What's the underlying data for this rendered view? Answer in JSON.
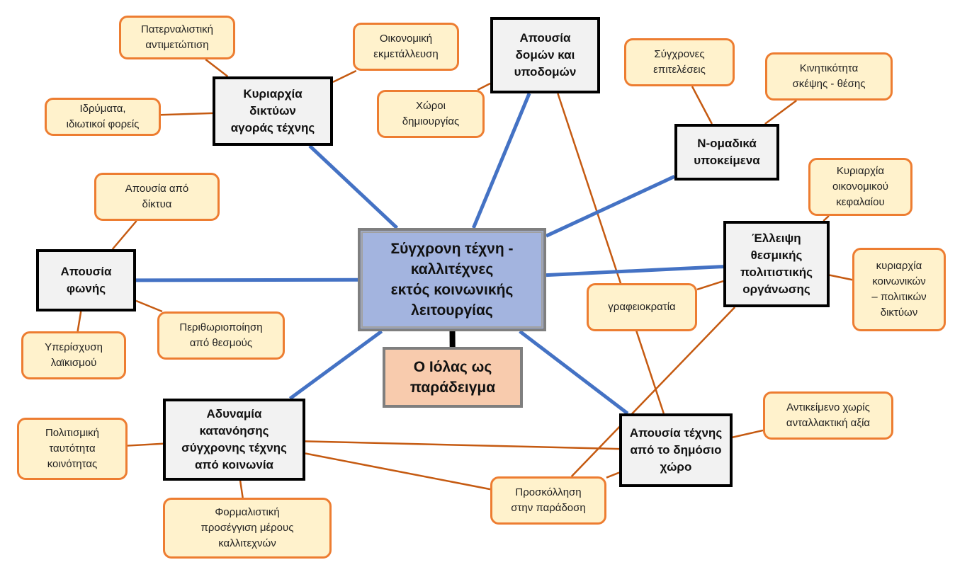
{
  "diagram": {
    "title": "Σύγχρονη τέχνη - καλλιτέχνες εκτός κοινωνικής λειτουργίας",
    "colors": {
      "main_link": "#4472c4",
      "sub_link": "#c55a11",
      "leaf_border": "#ed7d31",
      "leaf_fill": "#fff2cc",
      "theme_fill": "#f2f2f2",
      "center_fill": "#a3b4df",
      "example_fill": "#f8cbad"
    },
    "center": {
      "id": "center",
      "label": "Σύγχρονη τέχνη -\nκαλλιτέχνες\nεκτός κοινωνικής\nλειτουργίας"
    },
    "example": {
      "id": "example",
      "label": "Ο Ιόλας ως\nπαράδειγμα"
    },
    "themes": [
      {
        "id": "t_market",
        "label": "Κυριαρχία\nδικτύων\nαγοράς τέχνης"
      },
      {
        "id": "t_infra",
        "label": "Απουσία\nδομών και\nυποδομών"
      },
      {
        "id": "t_nteam",
        "label": "Ν-ομαδικά\nυποκείμενα"
      },
      {
        "id": "t_inst",
        "label": "Έλλειψη\nθεσμικής\nπολιτιστικής\nοργάνωσης"
      },
      {
        "id": "t_public",
        "label": "Απουσία τέχνης\nαπό το δημόσιο\nχώρο"
      },
      {
        "id": "t_underst",
        "label": "Αδυναμία\nκατανόησης\nσύγχρονης τέχνης\nαπό κοινωνία"
      },
      {
        "id": "t_voice",
        "label": "Απουσία\nφωνής"
      }
    ],
    "leaves": [
      {
        "id": "l_patern",
        "label": "Πατερναλιστική\nαντιμετώπιση"
      },
      {
        "id": "l_econexp",
        "label": "Οικονομική\nεκμετάλλευση"
      },
      {
        "id": "l_found",
        "label": "Ιδρύματα,\nιδιωτικοί φορείς"
      },
      {
        "id": "l_spaces",
        "label": "Χώροι\nδημιουργίας"
      },
      {
        "id": "l_perf",
        "label": "Σύγχρονες\nεπιτελέσεις"
      },
      {
        "id": "l_mobil",
        "label": "Κινητικότητα\nσκέψης - θέσης"
      },
      {
        "id": "l_capital",
        "label": "Κυριαρχία\nοικονομικού\nκεφαλαίου"
      },
      {
        "id": "l_socpol",
        "label": "κυριαρχία\nκοινωνικών\n– πολιτικών\nδικτύων"
      },
      {
        "id": "l_bureau",
        "label": "γραφειοκρατία"
      },
      {
        "id": "l_abs_net",
        "label": "Απουσία από\nδίκτυα"
      },
      {
        "id": "l_margin",
        "label": "Περιθωριοποίηση\nαπό θεσμούς"
      },
      {
        "id": "l_populism",
        "label": "Υπερίσχυση\nλαϊκισμού"
      },
      {
        "id": "l_identity",
        "label": "Πολιτισμική\nταυτότητα\nκοινότητας"
      },
      {
        "id": "l_formal",
        "label": "Φορμαλιστική\nπροσέγγιση μέρους\nκαλλιτεχνών"
      },
      {
        "id": "l_object",
        "label": "Αντικείμενο χωρίς\nανταλλακτική αξία"
      },
      {
        "id": "l_tradition",
        "label": "Προσκόλληση\nστην παράδοση"
      }
    ],
    "main_links": [
      [
        "center",
        "t_market"
      ],
      [
        "center",
        "t_infra"
      ],
      [
        "center",
        "t_nteam"
      ],
      [
        "center",
        "t_inst"
      ],
      [
        "center",
        "t_public"
      ],
      [
        "center",
        "t_underst"
      ],
      [
        "center",
        "t_voice"
      ]
    ],
    "example_link": [
      "center",
      "example"
    ],
    "sub_links": [
      [
        "t_market",
        "l_patern"
      ],
      [
        "t_market",
        "l_found"
      ],
      [
        "t_market",
        "l_econexp"
      ],
      [
        "t_infra",
        "l_spaces"
      ],
      [
        "t_infra",
        "t_public"
      ],
      [
        "t_nteam",
        "l_perf"
      ],
      [
        "t_nteam",
        "l_mobil"
      ],
      [
        "t_inst",
        "l_capital"
      ],
      [
        "t_inst",
        "l_socpol"
      ],
      [
        "t_inst",
        "l_bureau"
      ],
      [
        "t_inst",
        "l_tradition"
      ],
      [
        "t_voice",
        "l_abs_net"
      ],
      [
        "t_voice",
        "l_margin"
      ],
      [
        "t_voice",
        "l_populism"
      ],
      [
        "t_underst",
        "l_identity"
      ],
      [
        "t_underst",
        "l_formal"
      ],
      [
        "t_underst",
        "t_public"
      ],
      [
        "t_underst",
        "l_tradition"
      ],
      [
        "t_public",
        "l_object"
      ],
      [
        "t_public",
        "l_tradition"
      ]
    ]
  }
}
